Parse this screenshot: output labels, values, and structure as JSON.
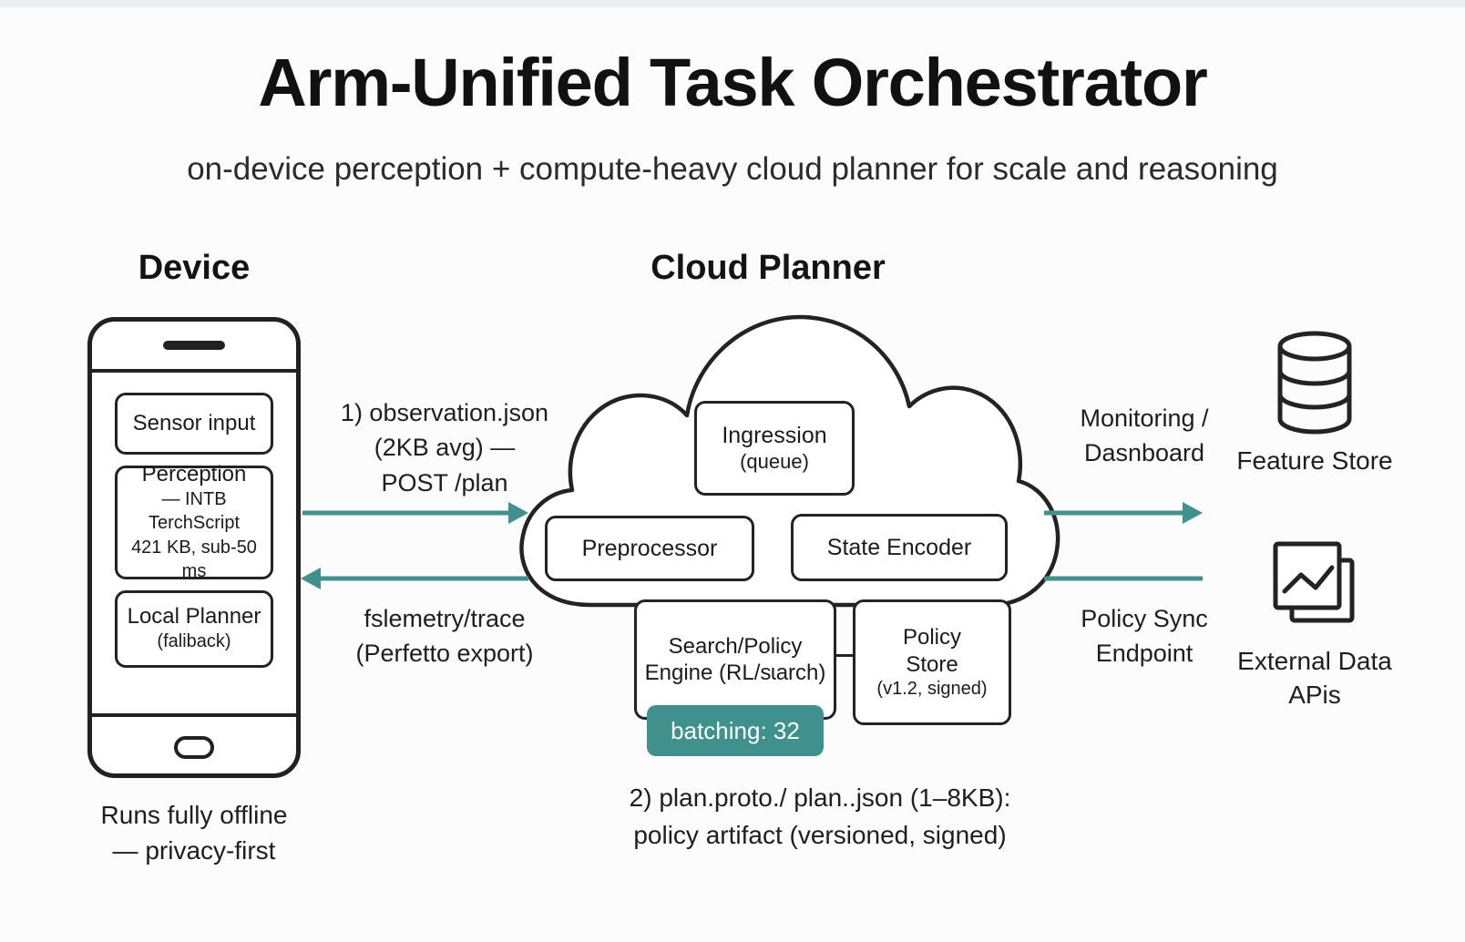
{
  "header": {
    "title": "Arm-Unified Task Orchestrator",
    "subtitle": "on-device perception + compute-heavy cloud planner for scale and reasoning"
  },
  "columns": {
    "device_heading": "Device",
    "cloud_heading": "Cloud Planner"
  },
  "device": {
    "boxes": [
      {
        "title": "Sensor input"
      },
      {
        "title": "Perception",
        "line2": "— INTB TerchScript",
        "line3": "421 KB, sub-50 ms"
      },
      {
        "title": "Local Planner",
        "line2": "(faliback)"
      }
    ],
    "caption_line1": "Runs fully offline",
    "caption_line2": "— privacy-first"
  },
  "cloud": {
    "boxes": {
      "ingression": {
        "line1": "Ingression",
        "line2": "(queue)"
      },
      "preprocessor": {
        "line1": "Preprocessor"
      },
      "state_encoder": {
        "line1": "State Encoder"
      },
      "search_policy": {
        "line1": "Search/Policy",
        "line2": "Engine (RL/sɩarch)"
      },
      "policy_store": {
        "line1": "Policy",
        "line2": "Store",
        "line3": "(v1.2, signed)"
      }
    },
    "badge": "batching: 32",
    "caption_line1": "2) plan.proto./ plan..json (1–8KB):",
    "caption_line2": "policy artifact (versioned, signed)"
  },
  "flows": {
    "request_line1": "1) observation.json",
    "request_line2": "(2KB avg) —",
    "request_line3": "POST /plan",
    "telemetry_line1": "fslemetry/trace",
    "telemetry_line2": "(Perfetto export)",
    "monitoring_line1": "Monitoring /",
    "monitoring_line2": "Dasnboard",
    "policysync_line1": "Policy Sync",
    "policysync_line2": "Endpoint"
  },
  "right_nodes": [
    {
      "icon": "database-icon",
      "label_line1": "Feature Store"
    },
    {
      "icon": "chart-layers-icon",
      "label_line1": "External Data",
      "label_line2": "APis"
    }
  ],
  "colors": {
    "accent_teal": "#3f918d",
    "stroke_dark": "#232323",
    "background": "#fcfcfd",
    "top_strip": "#eceef3"
  }
}
